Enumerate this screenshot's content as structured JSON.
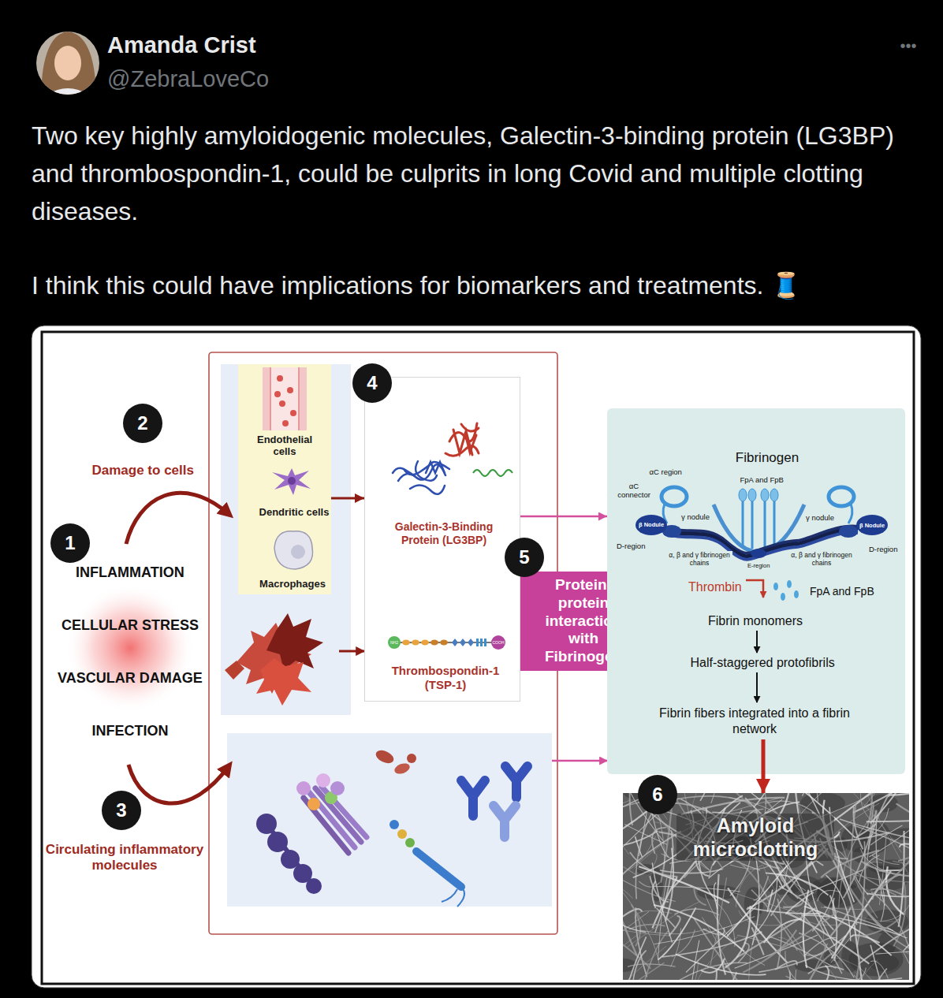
{
  "diagram": {
    "nodes": [
      {
        "text": [
          "Endothelial cells",
          "Dendritic cells",
          "Macrophages"
        ]
      },
      {
        "text": [
          "Galectin-3-Binding Protein (LG3BP)",
          "Thrombospondin-1 (TSP-1)"
        ]
      },
      {
        "text": [
          "Protein-protein interaction with Fibrinogen"
        ]
      },
      {
        "text": [
          "Fibrinogen"
        ]
      },
      {
        "text": [
          "Amyloid microclotting"
        ]
      }
    ],
    "edges": [
      {
        "from": 0,
        "to": 1,
        "arrow": "to"
      },
      {
        "from": 1,
        "to": 3,
        "arrow": "to"
      },
      {
        "from": 3,
        "to": 4,
        "arrow": "to"
      }
    ],
    "labels": [
      "Amanda Crist",
      "@ZebraLoveCo",
      "•••",
      "Two key highly amyloidogenic molecules, Galectin-3-binding protein (LG3BP) and thrombospondin-1, could be culprits in long Covid and multiple clotting diseases.",
      "I think this could have implications for biomarkers and treatments. 🧵",
      "2",
      "Damage to cells",
      "1",
      "INFLAMMATION",
      "CELLULAR STRESS",
      "VASCULAR DAMAGE",
      "INFECTION",
      "3",
      "Circulating inflammatory molecules",
      "4",
      "NH2",
      "COOH",
      "5",
      "αC region",
      "αC connector",
      "FpA and FpB",
      "β Nodule",
      "γ nodule",
      "γ nodule",
      "β Nodule",
      "D-region",
      "D-region",
      "α, β and γ fibrinogen chains",
      "E-region",
      "α, β and γ fibrinogen chains",
      "Thrombin",
      "FpA and FpB",
      "Fibrin monomers",
      "Half-staggered protofibrils",
      "Fibrin fibers integrated into a fibrin network",
      "6"
    ]
  }
}
